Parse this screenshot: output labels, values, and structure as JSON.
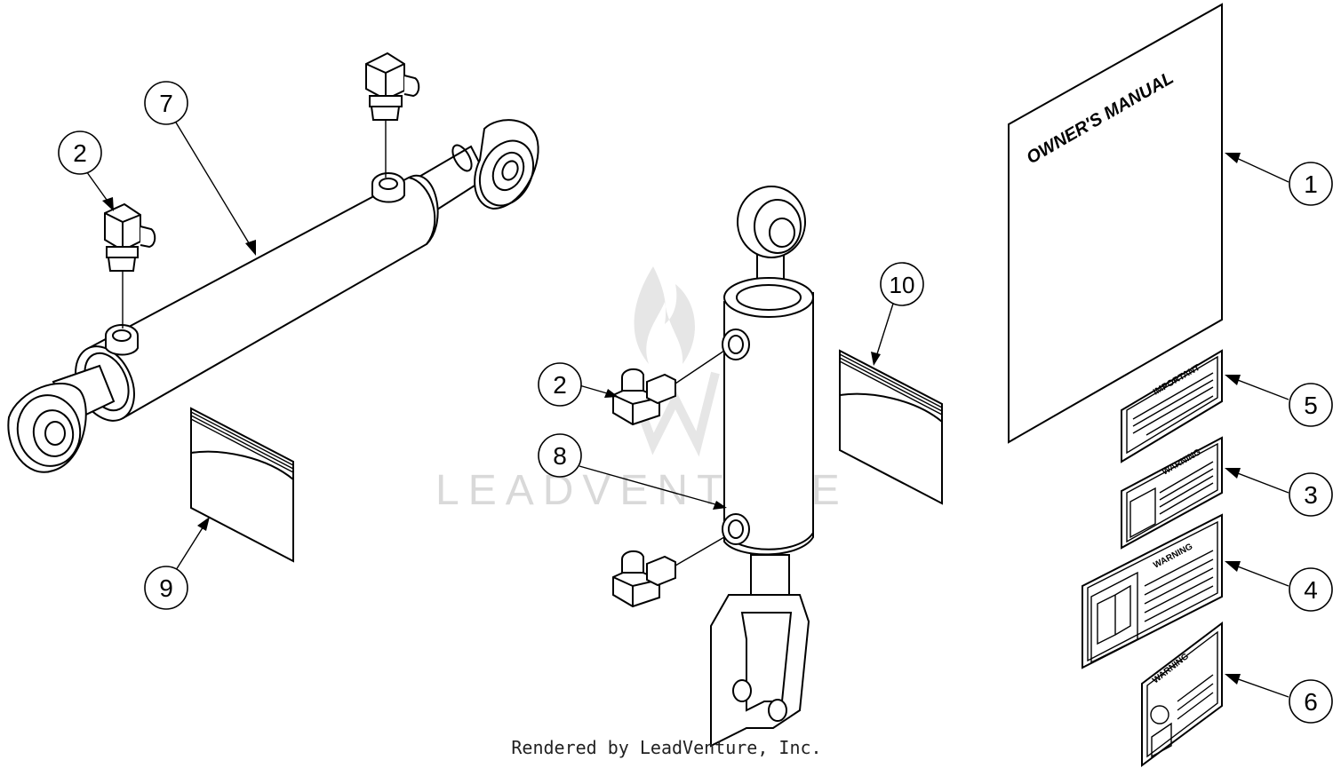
{
  "manual": {
    "title": "OWNER'S MANUAL"
  },
  "labels": {
    "important": "IMPORTANT",
    "warning": "WARNING"
  },
  "callouts": [
    {
      "id": "c1",
      "label": "1"
    },
    {
      "id": "c2a",
      "label": "2"
    },
    {
      "id": "c2b",
      "label": "2"
    },
    {
      "id": "c3",
      "label": "3"
    },
    {
      "id": "c4",
      "label": "4"
    },
    {
      "id": "c5",
      "label": "5"
    },
    {
      "id": "c6",
      "label": "6"
    },
    {
      "id": "c7",
      "label": "7"
    },
    {
      "id": "c8",
      "label": "8"
    },
    {
      "id": "c9",
      "label": "9"
    },
    {
      "id": "c10",
      "label": "10"
    }
  ],
  "watermark": "LEADVENTURE",
  "footer": "Rendered by LeadVenture, Inc."
}
